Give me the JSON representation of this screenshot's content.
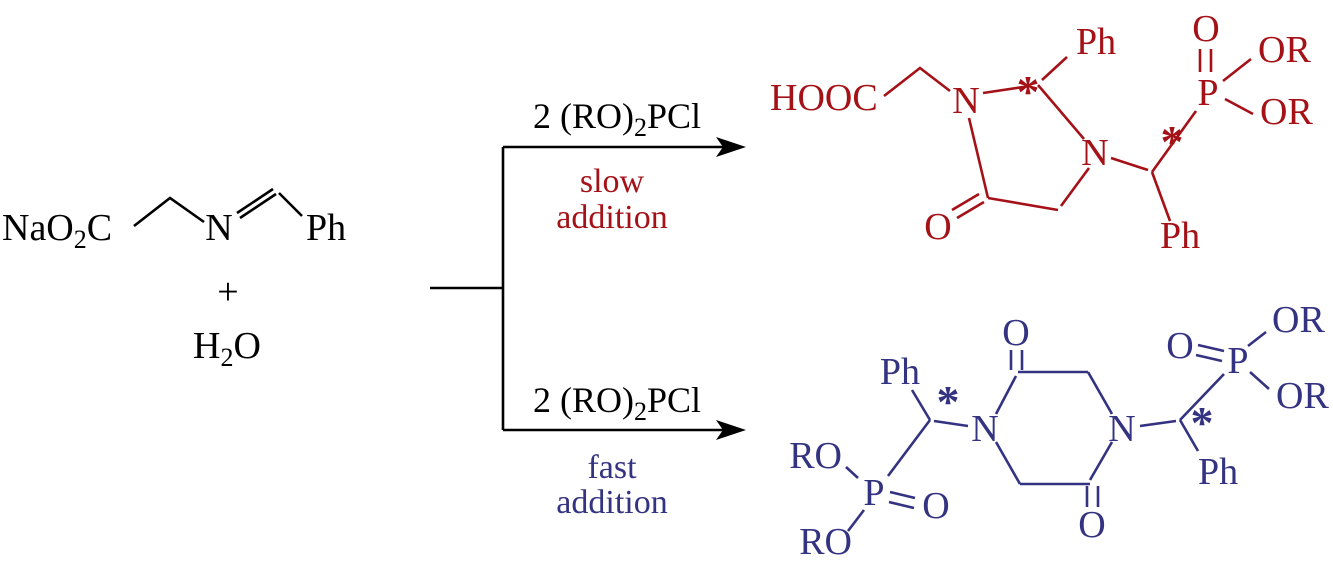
{
  "colors": {
    "black": "#000000",
    "red": "#A41218",
    "blue": "#333381"
  },
  "reactant": {
    "salt_main": "NaO",
    "salt_sub": "2",
    "salt_end": "C",
    "imine_nitrogen": "N",
    "phenyl": "Ph",
    "plus_sign": "+",
    "water_main": "H",
    "water_sub": "2",
    "water_end": "O"
  },
  "top_branch": {
    "reagent_main": "2 (RO)",
    "reagent_sub": "2",
    "reagent_end": "PCl",
    "condition_line1": "slow",
    "condition_line2": "addition"
  },
  "bottom_branch": {
    "reagent_main": "2 (RO)",
    "reagent_sub": "2",
    "reagent_end": "PCl",
    "condition_line1": "fast",
    "condition_line2": "addition"
  },
  "top_product": {
    "carboxyl": "HOOC",
    "nitrogen_left": "N",
    "nitrogen_right": "N",
    "stereocenter_ring": "*",
    "phenyl_top": "Ph",
    "ketone_oxygen": "O",
    "stereocenter_side": "*",
    "phosphorus": "P",
    "phosphoryl_oxygen": "O",
    "alkoxy_top": "OR",
    "alkoxy_bottom": "OR",
    "phenyl_bottom": "Ph"
  },
  "bottom_product": {
    "nitrogen_left": "N",
    "nitrogen_right": "N",
    "ketone_oxygen_top": "O",
    "ketone_oxygen_bottom": "O",
    "left_arm": {
      "phenyl": "Ph",
      "stereocenter": "*",
      "phosphorus": "P",
      "phosphoryl_oxygen": "O",
      "alkoxy_upper": "RO",
      "alkoxy_lower": "RO"
    },
    "right_arm": {
      "phenyl": "Ph",
      "stereocenter": "*",
      "phosphorus": "P",
      "phosphoryl_oxygen": "O",
      "alkoxy_upper": "OR",
      "alkoxy_lower": "OR"
    }
  }
}
